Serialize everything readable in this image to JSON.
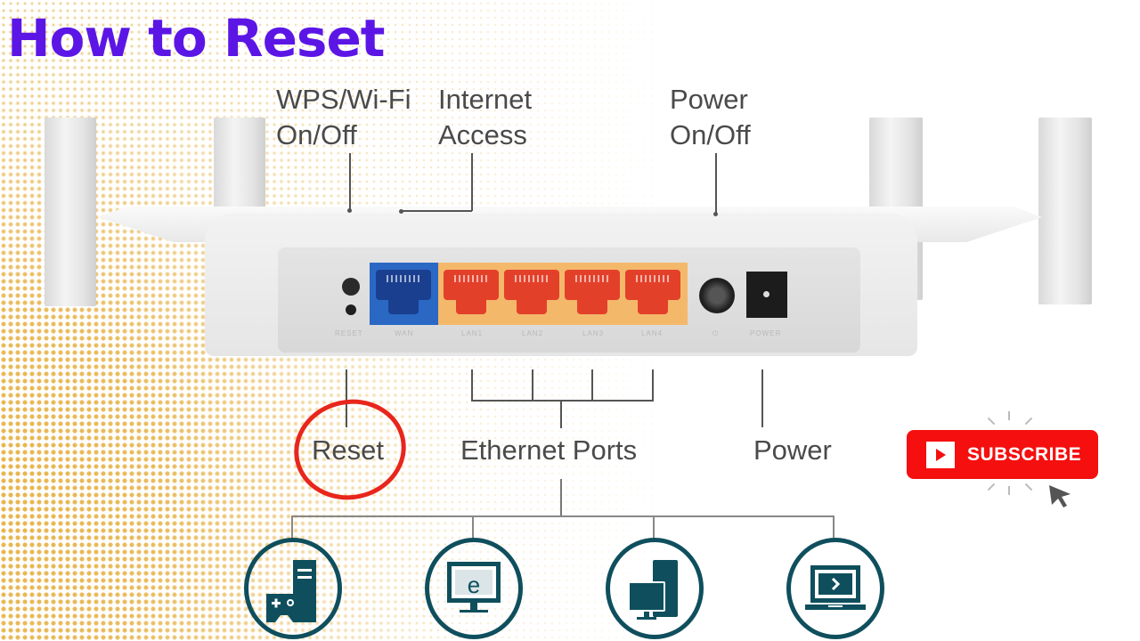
{
  "title": "How to Reset",
  "labels": {
    "wps_line1": "WPS/Wi-Fi",
    "wps_line2": "On/Off",
    "internet_line1": "Internet",
    "internet_line2": "Access",
    "power_switch_line1": "Power",
    "power_switch_line2": "On/Off",
    "reset": "Reset",
    "ethernet": "Ethernet Ports",
    "power": "Power"
  },
  "port_labels": [
    "RESET",
    "WAN",
    "LAN1",
    "LAN2",
    "LAN3",
    "LAN4",
    "⏻",
    "POWER"
  ],
  "subscribe": {
    "label": "SUBSCRIBE",
    "icon": "play-icon",
    "color": "#f50f0f"
  },
  "devices": [
    "game-console-pc-icon",
    "internet-monitor-icon",
    "desktop-tablet-icon",
    "laptop-icon"
  ],
  "colors": {
    "title": "#5b16e6",
    "wan": "#2a68c4",
    "lan": "#e3402a",
    "lan_block": "#f4b86b",
    "highlight": "#e8261c",
    "device_icon": "#0f4f5d"
  }
}
